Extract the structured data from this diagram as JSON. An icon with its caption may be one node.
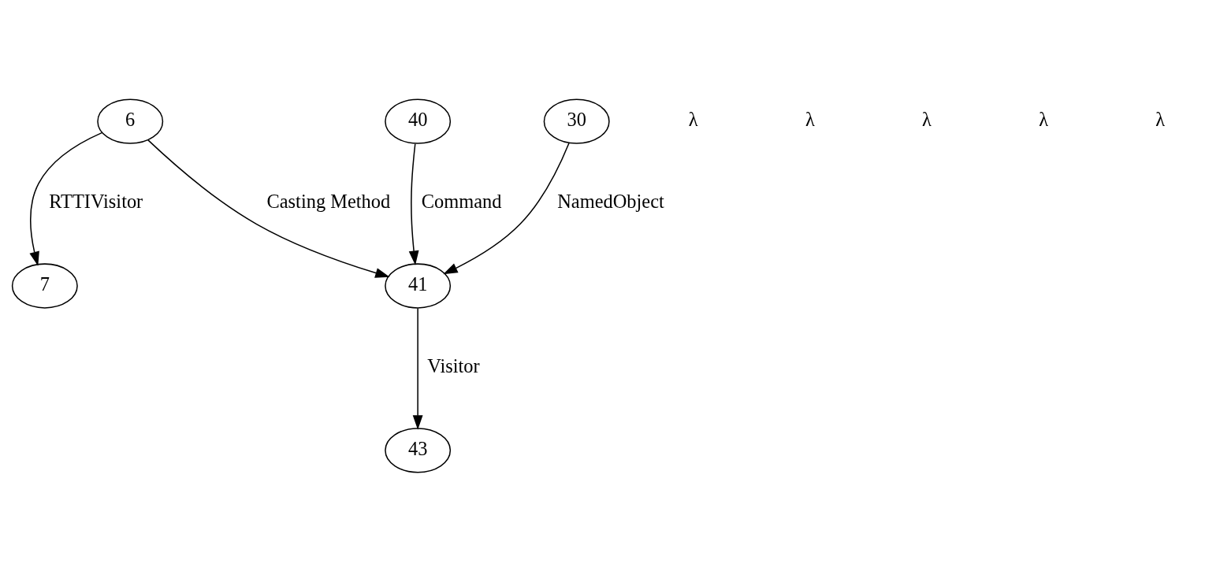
{
  "diagram": {
    "nodes": [
      {
        "text": [
          "6"
        ]
      },
      {
        "text": [
          "40"
        ]
      },
      {
        "text": [
          "30"
        ]
      },
      {
        "text": [
          "7"
        ]
      },
      {
        "text": [
          "41"
        ]
      },
      {
        "text": [
          "43"
        ]
      }
    ],
    "edges": [
      {
        "from": 0,
        "to": 3,
        "arrow": "to",
        "label": "RTTIVisitor"
      },
      {
        "from": 0,
        "to": 4,
        "arrow": "to",
        "label": "Casting Method"
      },
      {
        "from": 1,
        "to": 4,
        "arrow": "to",
        "label": "Command"
      },
      {
        "from": 2,
        "to": 4,
        "arrow": "to",
        "label": "NamedObject"
      },
      {
        "from": 4,
        "to": 5,
        "arrow": "to",
        "label": "Visitor"
      }
    ],
    "labels": [
      "λ",
      "λ",
      "λ",
      "λ",
      "λ"
    ]
  }
}
